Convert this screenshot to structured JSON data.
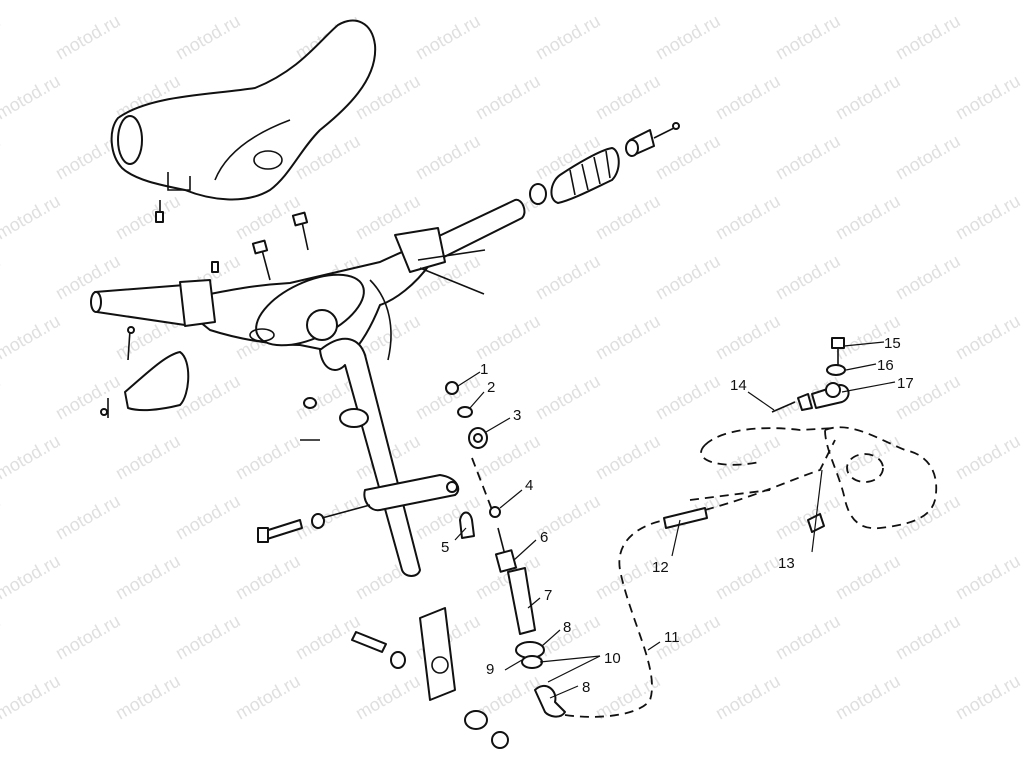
{
  "watermark": {
    "text": "motod.ru"
  },
  "callouts": [
    {
      "id": "1",
      "label": "1"
    },
    {
      "id": "2",
      "label": "2"
    },
    {
      "id": "3",
      "label": "3"
    },
    {
      "id": "4",
      "label": "4"
    },
    {
      "id": "5",
      "label": "5"
    },
    {
      "id": "6",
      "label": "6"
    },
    {
      "id": "7",
      "label": "7"
    },
    {
      "id": "8a",
      "label": "8"
    },
    {
      "id": "8b",
      "label": "8"
    },
    {
      "id": "9",
      "label": "9"
    },
    {
      "id": "10",
      "label": "10"
    },
    {
      "id": "11",
      "label": "11"
    },
    {
      "id": "12",
      "label": "12"
    },
    {
      "id": "13",
      "label": "13"
    },
    {
      "id": "14",
      "label": "14"
    },
    {
      "id": "15",
      "label": "15"
    },
    {
      "id": "16",
      "label": "16"
    },
    {
      "id": "17",
      "label": "17"
    }
  ]
}
